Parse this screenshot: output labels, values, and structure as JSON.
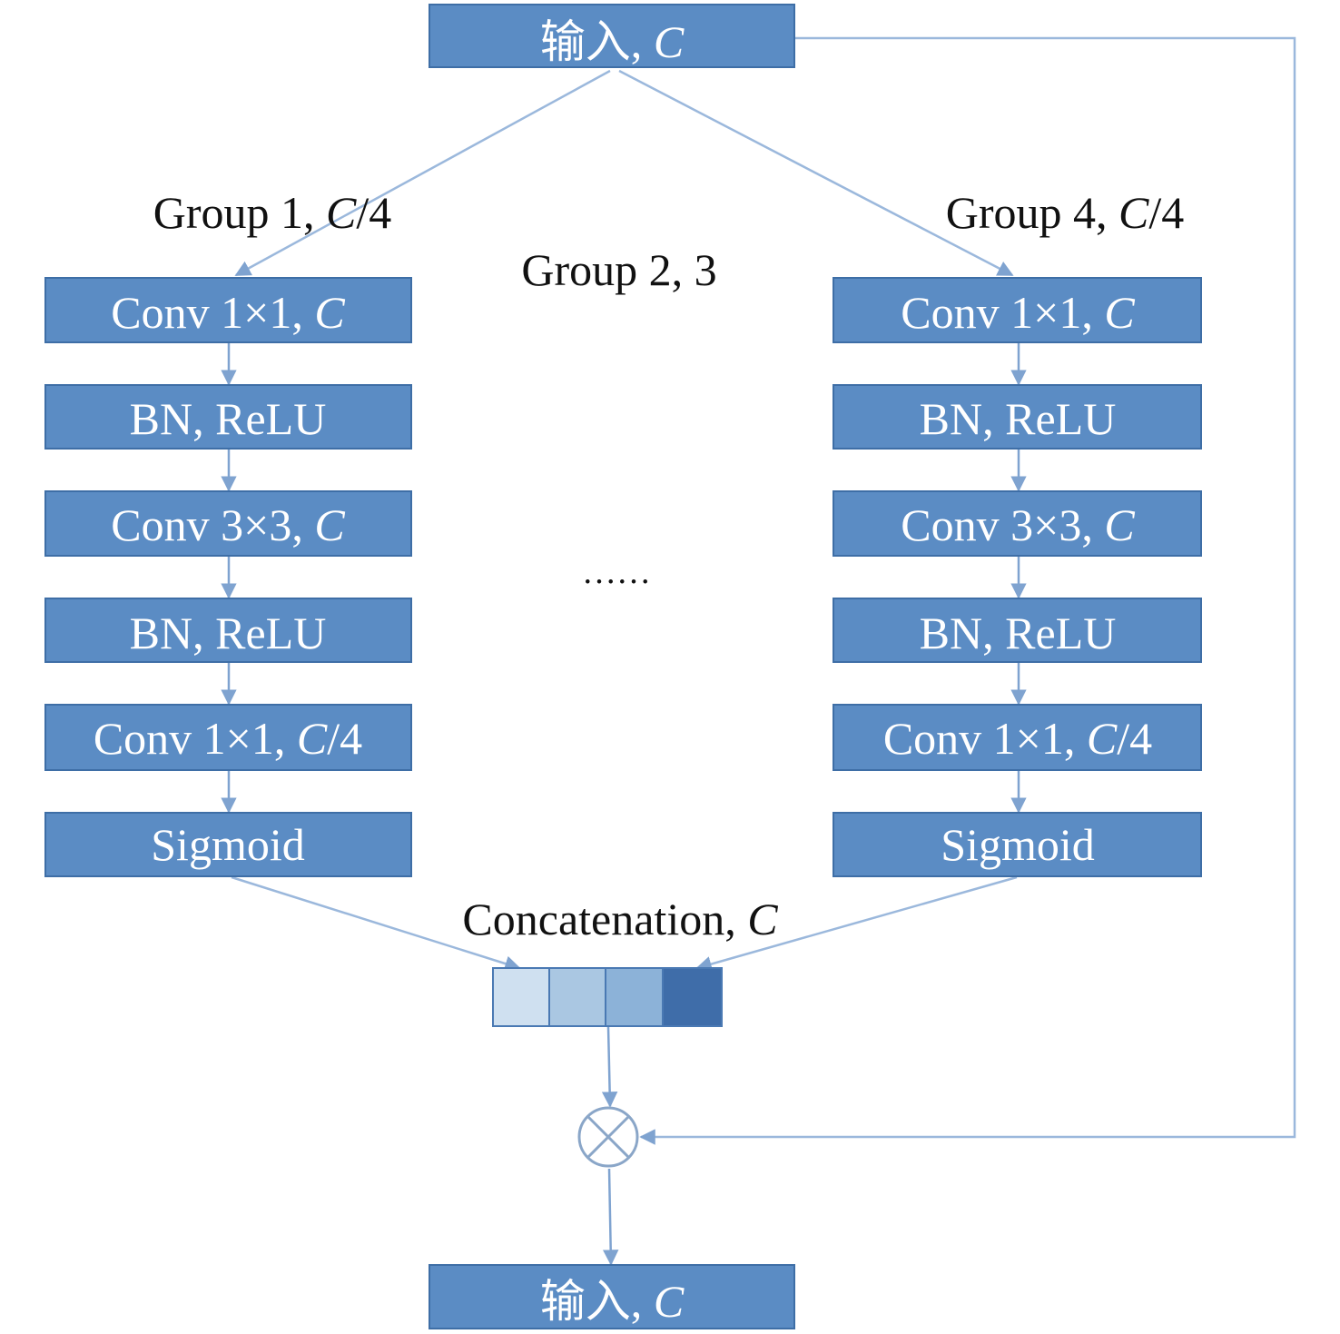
{
  "input_node": {
    "text": "输入, ",
    "var": "C"
  },
  "output_node": {
    "text": "输入, ",
    "var": "C"
  },
  "group_left_label": {
    "text": "Group 1, ",
    "var": "C",
    "suffix": "/4"
  },
  "group_right_label": {
    "text": "Group 4, ",
    "var": "C",
    "suffix": "/4"
  },
  "group_middle_label": "Group 2, 3",
  "ellipsis": "……",
  "concat_label": {
    "text": "Concatenation, ",
    "var": "C"
  },
  "left_column": [
    {
      "text": "Conv 1×1, ",
      "var": "C",
      "suffix": ""
    },
    {
      "text": "BN, ReLU",
      "var": "",
      "suffix": ""
    },
    {
      "text": "Conv 3×3, ",
      "var": "C",
      "suffix": ""
    },
    {
      "text": "BN, ReLU",
      "var": "",
      "suffix": ""
    },
    {
      "text": "Conv 1×1, ",
      "var": "C",
      "suffix": "/4"
    },
    {
      "text": "Sigmoid",
      "var": "",
      "suffix": ""
    }
  ],
  "right_column": [
    {
      "text": "Conv 1×1, ",
      "var": "C",
      "suffix": ""
    },
    {
      "text": "BN, ReLU",
      "var": "",
      "suffix": ""
    },
    {
      "text": "Conv 3×3, ",
      "var": "C",
      "suffix": ""
    },
    {
      "text": "BN, ReLU",
      "var": "",
      "suffix": ""
    },
    {
      "text": "Conv 1×1, ",
      "var": "C",
      "suffix": "/4"
    },
    {
      "text": "Sigmoid",
      "var": "",
      "suffix": ""
    }
  ],
  "colors": {
    "box_fill": "#5b8cc4",
    "concat_segments": [
      "#cfe0f0",
      "#aac7e2",
      "#8cb2d8",
      "#3f6da9"
    ],
    "connector": "#9bb8dc"
  },
  "icons": {
    "multiply": "circled-times-icon"
  }
}
